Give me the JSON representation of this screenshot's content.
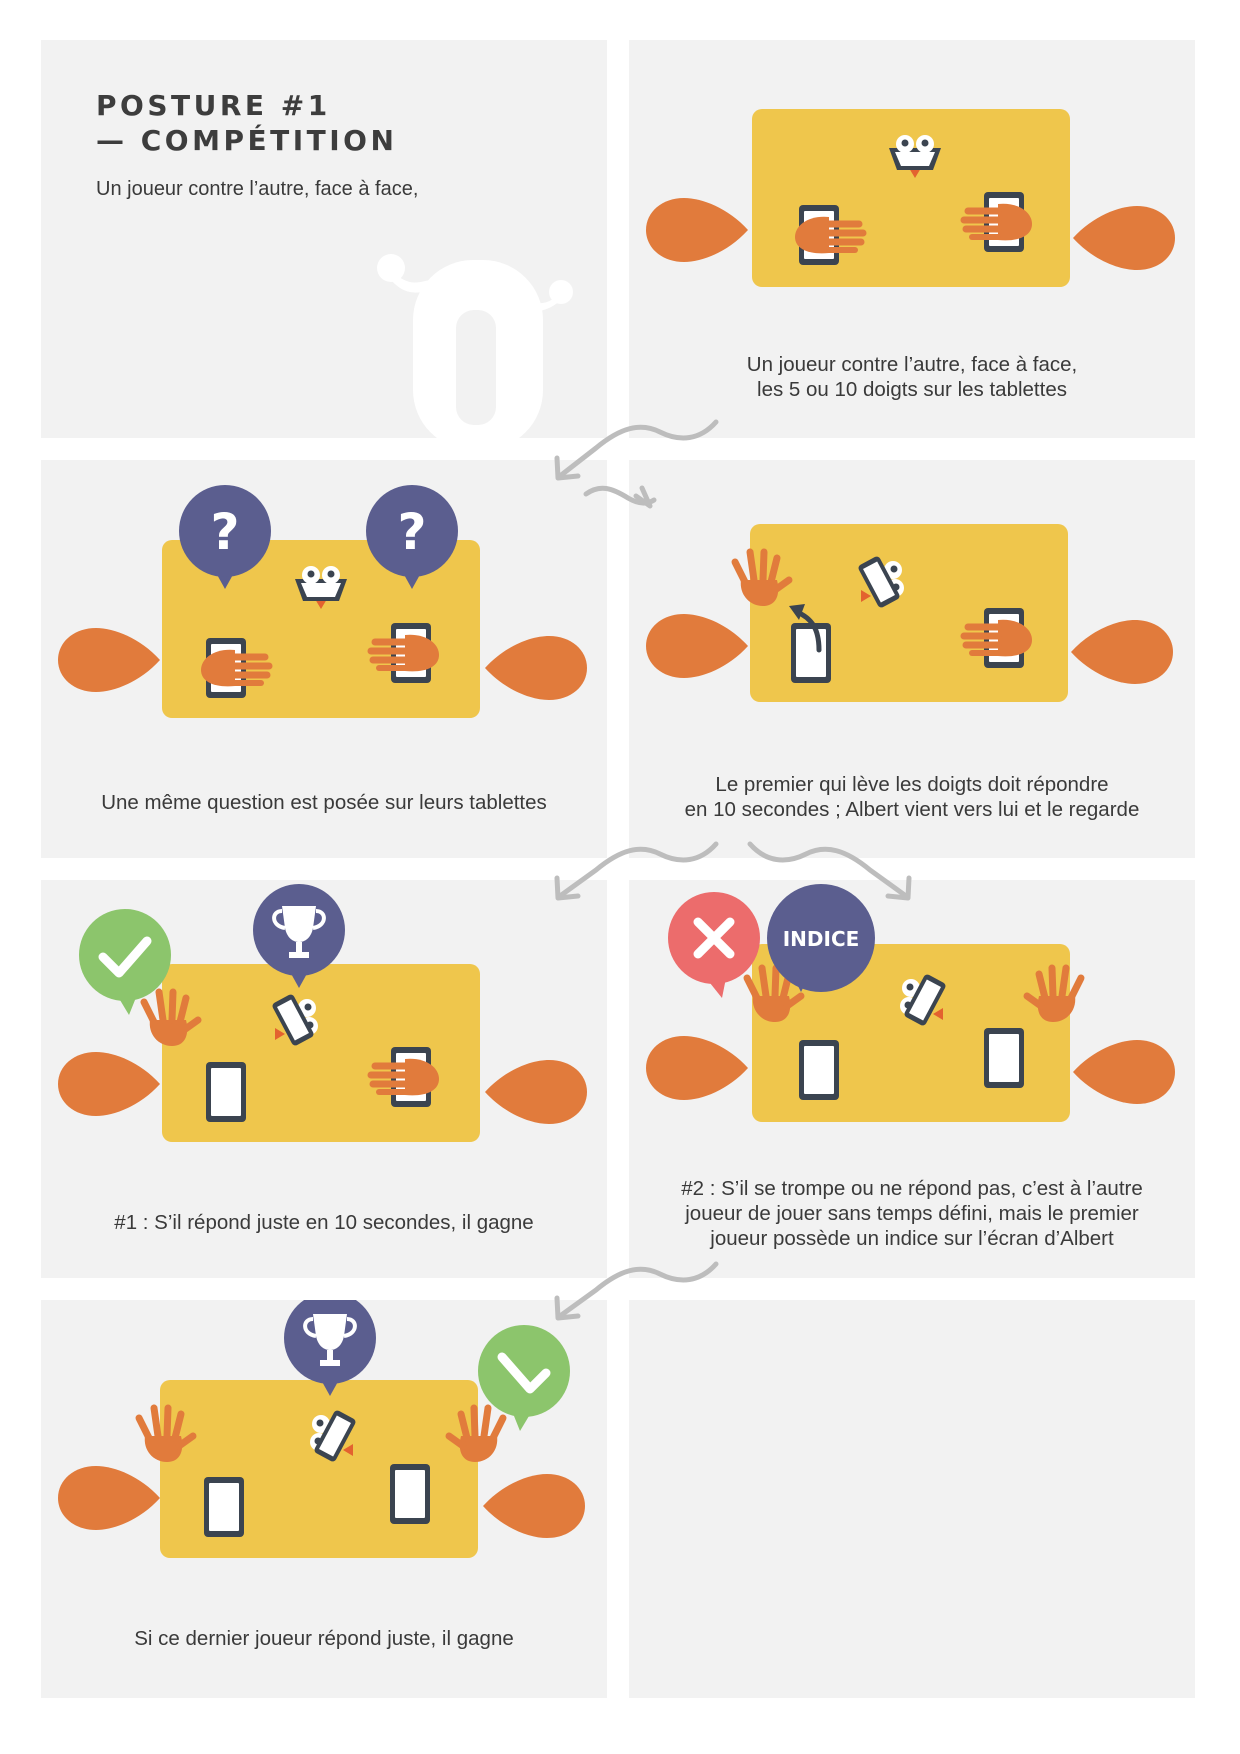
{
  "title": {
    "line1": "POSTURE #1",
    "line2": "— COMPÉTITION"
  },
  "intro": "Un joueur contre l’autre, face à face,",
  "bubbles": {
    "question_mark": "?",
    "hint_label": "INDICE"
  },
  "steps": [
    {
      "lines": [
        "Un joueur contre l’autre, face à face,",
        "les 5 ou 10 doigts sur les tablettes"
      ]
    },
    {
      "lines": [
        "Une même question est posée sur leurs tablettes"
      ]
    },
    {
      "lines": [
        "Le premier qui lève les doigts doit répondre",
        "en 10 secondes ; Albert vient vers lui et le regarde"
      ]
    },
    {
      "lines": [
        "#1 : S’il répond juste en 10 secondes, il gagne"
      ]
    },
    {
      "lines": [
        "#2 : S’il se trompe ou ne répond pas, c’est à l’autre",
        "joueur de jouer sans temps défini, mais le premier",
        "joueur possède un indice sur l’écran d’Albert"
      ]
    },
    {
      "lines": [
        "Si ce dernier joueur répond juste, il gagne"
      ]
    }
  ],
  "colors": {
    "panel_bg": "#f2f2f2",
    "table": "#efc64c",
    "player": "#e17b3c",
    "tablet_frame": "#3b4450",
    "bubble_navy": "#5b5e8f",
    "bubble_green": "#8cc56c",
    "bubble_red": "#ec6c6c",
    "arrow": "#bdbdbd"
  },
  "icons": [
    "question-mark-icon",
    "trophy-icon",
    "checkmark-icon",
    "cross-icon",
    "robot-icon",
    "curved-arrow-icon"
  ]
}
